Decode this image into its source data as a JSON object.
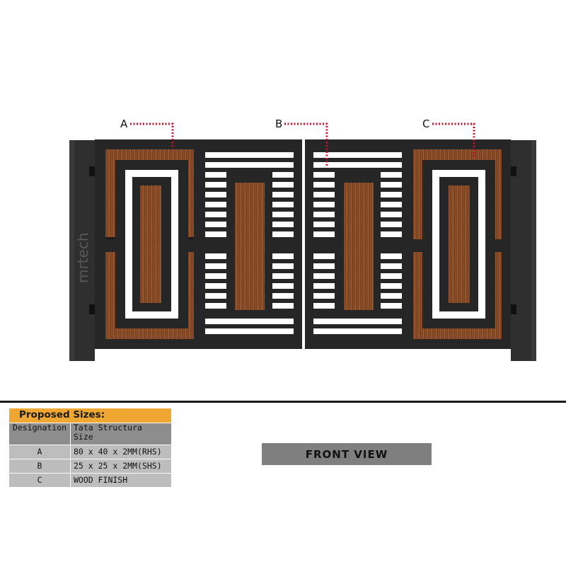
{
  "callouts": {
    "a": "A",
    "b": "B",
    "c": "C"
  },
  "watermark": "mrtech",
  "sizes_table": {
    "title": "Proposed Sizes:",
    "header": {
      "designation": "Designation",
      "size_line1": "Tata Structura",
      "size_line2": "Size"
    },
    "rows": [
      {
        "designation": "A",
        "size": "80 x 40 x 2MM(RHS)"
      },
      {
        "designation": "B",
        "size": "25 x 25 x 2MM(SHS)"
      },
      {
        "designation": "C",
        "size": "WOOD FINISH"
      }
    ]
  },
  "view_label": "FRONT VIEW",
  "colors": {
    "frame": "#2a2a2a",
    "wood": "#8a4b26",
    "callout": "#c8102e",
    "table_accent": "#f0a732"
  }
}
